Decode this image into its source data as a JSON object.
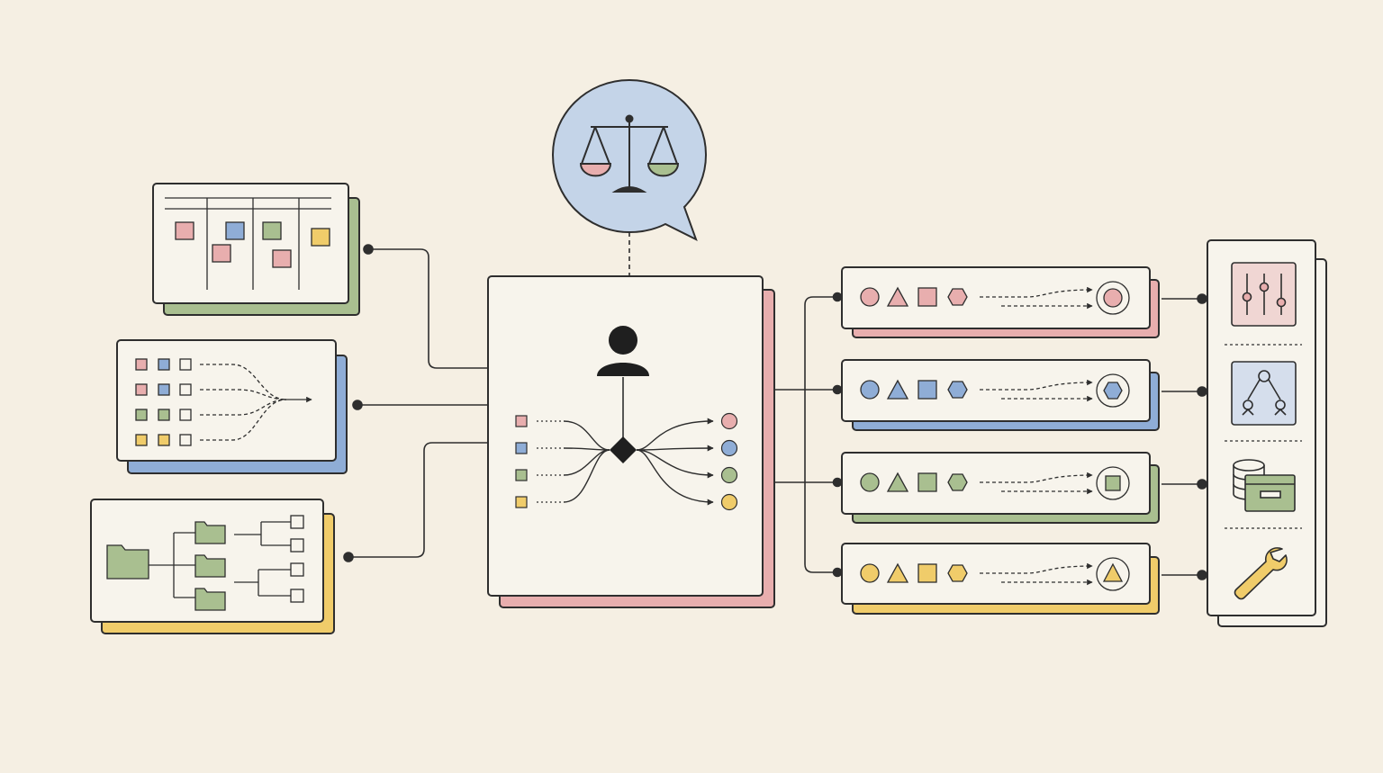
{
  "colors": {
    "background": "#f5efe3",
    "card": "#f7f4ec",
    "stroke": "#2e2e2e",
    "pink": "#e8aeae",
    "blue": "#8fadd6",
    "green": "#a9bf90",
    "yellow": "#f0cc6a",
    "bubble": "#c4d4e8"
  },
  "inputs": [
    {
      "id": "kanban-board",
      "icon": "kanban-board-icon",
      "accent": "green"
    },
    {
      "id": "sorted-items",
      "icon": "merge-flow-icon",
      "accent": "blue"
    },
    {
      "id": "folder-tree",
      "icon": "folder-tree-icon",
      "accent": "yellow"
    }
  ],
  "hub": {
    "icon": "person-icon",
    "decision_icon": "decision-diamond-icon",
    "inputs": [
      "pink",
      "blue",
      "green",
      "yellow"
    ],
    "outputs": [
      "pink",
      "blue",
      "green",
      "yellow"
    ],
    "accent": "pink"
  },
  "judgment": {
    "icon": "balance-scale-icon"
  },
  "outputs": [
    {
      "color": "pink",
      "result_shape": "circle"
    },
    {
      "color": "blue",
      "result_shape": "hexagon"
    },
    {
      "color": "green",
      "result_shape": "square"
    },
    {
      "color": "yellow",
      "result_shape": "triangle"
    }
  ],
  "tools": [
    "sliders-icon",
    "hierarchy-icon",
    "database-archive-icon",
    "wrench-icon"
  ]
}
